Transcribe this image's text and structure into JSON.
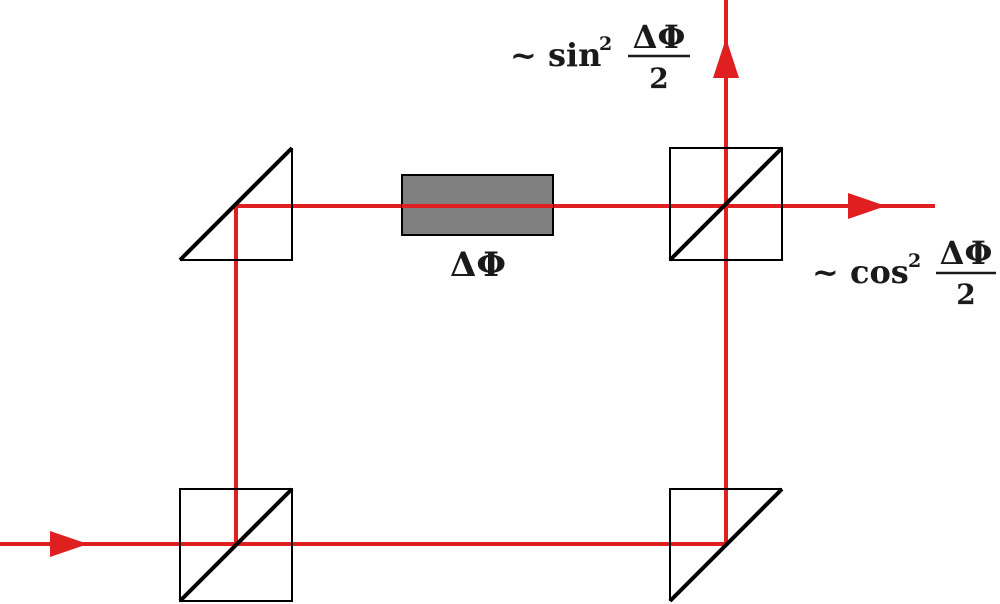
{
  "colors": {
    "beam": "#e02020",
    "outline": "#000000",
    "phase_element_fill": "#808080"
  },
  "labels": {
    "phase_shift": "ΔΦ",
    "output_top": {
      "prefix": "~ sin",
      "exponent": "2",
      "numerator": "ΔΦ",
      "denominator": "2"
    },
    "output_right": {
      "prefix": "~ cos",
      "exponent": "2",
      "numerator": "ΔΦ",
      "denominator": "2"
    }
  }
}
